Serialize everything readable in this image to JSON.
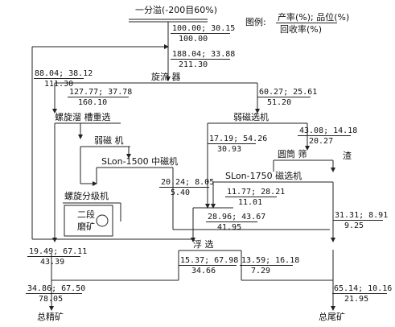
{
  "title": "一分溢(-200目60%)",
  "legend": {
    "prefix": "图例:",
    "line1": "产率(%); 品位(%)",
    "line2": "回收率(%)"
  },
  "nodes": {
    "cyclone": "旋流  器",
    "spiral_chute": "螺旋溜 槽重选",
    "weak_mag_1": "弱磁  机",
    "slon1500": "SLon-1500 中磁机",
    "spiral_classifier": "螺旋分级机",
    "regrind_line1": "二段",
    "regrind_line2": "磨矿",
    "weak_mag_2": "弱磁选机",
    "drum_screen": "圆筒  筛",
    "slag": "渣",
    "slon1750": "SLon-1750 磁选机",
    "flotation": "浮    选",
    "total_conc": "总精矿",
    "total_tail": "总尾矿"
  },
  "values": {
    "feed_a": "100.00; 30.15",
    "feed_b": "100.00",
    "cyc_feed_a": "188.04; 33.88",
    "cyc_feed_b": "211.30",
    "overflow_a": "88.04; 38.12",
    "overflow_b": "111.30",
    "cyc_under_a": "127.77; 37.78",
    "cyc_under_b": "160.10",
    "cyc_over_a": "60.27; 25.61",
    "cyc_over_b": "51.20",
    "slon1500_a": "20.24; 8.05",
    "slon1500_b": "5.40",
    "wm2_a": "17.19; 54.26",
    "wm2_b": "30.93",
    "wm2_tail_a": "43.08; 14.18",
    "wm2_tail_b": "20.27",
    "slon1750_a": "11.77; 28.21",
    "slon1750_b": "11.01",
    "flot_feed_a": "28.96; 43.67",
    "flot_feed_b": "41.95",
    "slon1750_tail_a": "31.31; 8.91",
    "slon1750_tail_b": "9.25",
    "spiral_conc_a": "19.49; 67.11",
    "spiral_conc_b": "43.39",
    "flot_conc_a": "15.37; 67.98",
    "flot_conc_b": "34.66",
    "flot_tail_a": "13.59; 16.18",
    "flot_tail_b": "7.29",
    "total_conc_a": "34.86; 67.50",
    "total_conc_b": "78.05",
    "total_tail_a": "65.14; 10.16",
    "total_tail_b": "21.95"
  }
}
